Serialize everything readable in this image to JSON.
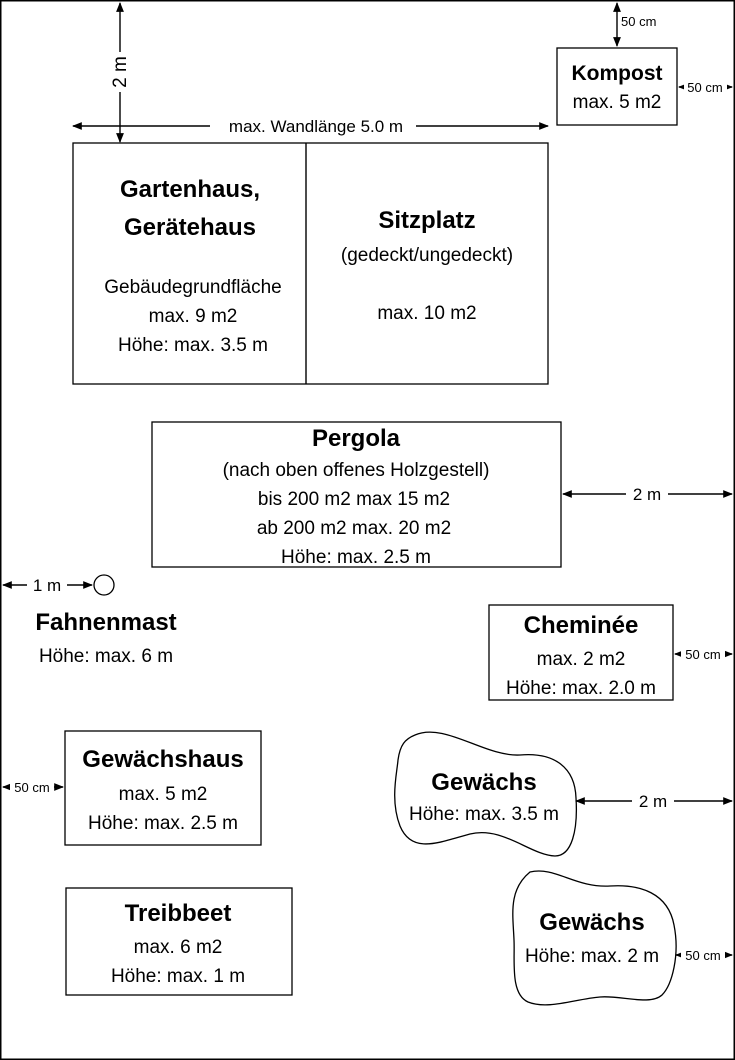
{
  "dimensions": {
    "top_margin": "2 m",
    "wall_length": "max. Wandlänge 5.0 m",
    "kompost_top": "50 cm",
    "kompost_side": "50 cm",
    "pergola_side": "2 m",
    "flag_side": "1 m",
    "cheminee_side": "50 cm",
    "greenhouse_side": "50 cm",
    "plant1_side": "2 m",
    "plant2_side": "50 cm"
  },
  "kompost": {
    "title": "Kompost",
    "line1": "max. 5 m2"
  },
  "gartenhaus": {
    "title1": "Gartenhaus,",
    "title2": "Gerätehaus",
    "line1": "Gebäudegrundfläche",
    "line2": "max. 9 m2",
    "line3": "Höhe: max. 3.5 m"
  },
  "sitzplatz": {
    "title": "Sitzplatz",
    "line1": "(gedeckt/ungedeckt)",
    "line2": "max. 10 m2"
  },
  "pergola": {
    "title": "Pergola",
    "line1": "(nach oben offenes Holzgestell)",
    "line2": "bis 200 m2 max 15 m2",
    "line3": "ab 200 m2 max. 20 m2",
    "line4": "Höhe: max. 2.5 m"
  },
  "fahnenmast": {
    "title": "Fahnenmast",
    "line1": "Höhe: max. 6 m"
  },
  "cheminee": {
    "title": "Cheminée",
    "line1": "max. 2 m2",
    "line2": "Höhe: max. 2.0 m"
  },
  "gewaechshaus": {
    "title": "Gewächshaus",
    "line1": "max. 5 m2",
    "line2": "Höhe: max. 2.5 m"
  },
  "gewaechs1": {
    "title": "Gewächs",
    "line1": "Höhe: max. 3.5 m"
  },
  "treibbeet": {
    "title": "Treibbeet",
    "line1": "max. 6 m2",
    "line2": "Höhe: max. 1 m"
  },
  "gewaechs2": {
    "title": "Gewächs",
    "line1": "Höhe: max. 2 m"
  }
}
